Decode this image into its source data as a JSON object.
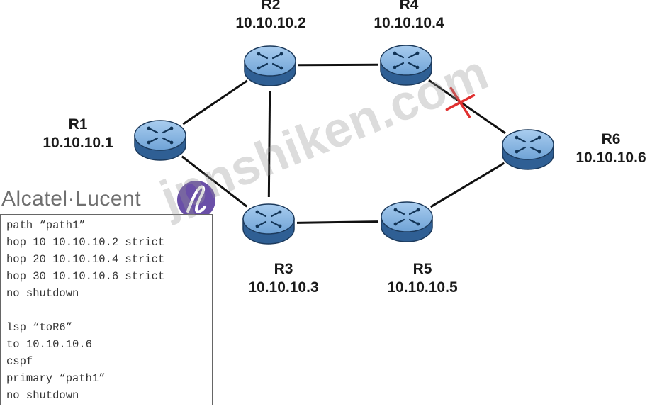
{
  "nodes": [
    {
      "id": "R1",
      "name": "R1",
      "ip": "10.10.10.1"
    },
    {
      "id": "R2",
      "name": "R2",
      "ip": "10.10.10.2"
    },
    {
      "id": "R3",
      "name": "R3",
      "ip": "10.10.10.3"
    },
    {
      "id": "R4",
      "name": "R4",
      "ip": "10.10.10.4"
    },
    {
      "id": "R5",
      "name": "R5",
      "ip": "10.10.10.5"
    },
    {
      "id": "R6",
      "name": "R6",
      "ip": "10.10.10.6"
    }
  ],
  "links": [
    {
      "from": "R1",
      "to": "R2",
      "status": "up"
    },
    {
      "from": "R1",
      "to": "R3",
      "status": "up"
    },
    {
      "from": "R2",
      "to": "R3",
      "status": "up"
    },
    {
      "from": "R2",
      "to": "R4",
      "status": "up"
    },
    {
      "from": "R4",
      "to": "R6",
      "status": "failed"
    },
    {
      "from": "R3",
      "to": "R5",
      "status": "up"
    },
    {
      "from": "R5",
      "to": "R6",
      "status": "up"
    }
  ],
  "brand": {
    "part1": "Alcatel",
    "separator": "·",
    "part2": "Lucent"
  },
  "config": {
    "lines": [
      "path “path1”",
      "hop 10 10.10.10.2 strict",
      "hop 20 10.10.10.4 strict",
      "hop 30 10.10.10.6 strict",
      "no shutdown",
      "",
      "lsp “toR6”",
      "to 10.10.10.6",
      "cspf",
      "primary “path1”",
      "no shutdown"
    ]
  },
  "watermark": "jpnshiken.com",
  "colors": {
    "router_fill": "#2f5f94",
    "router_top": "#6fa3d6",
    "link": "#111111",
    "failure_mark": "#e03030",
    "logo": "#6a4fa8"
  }
}
